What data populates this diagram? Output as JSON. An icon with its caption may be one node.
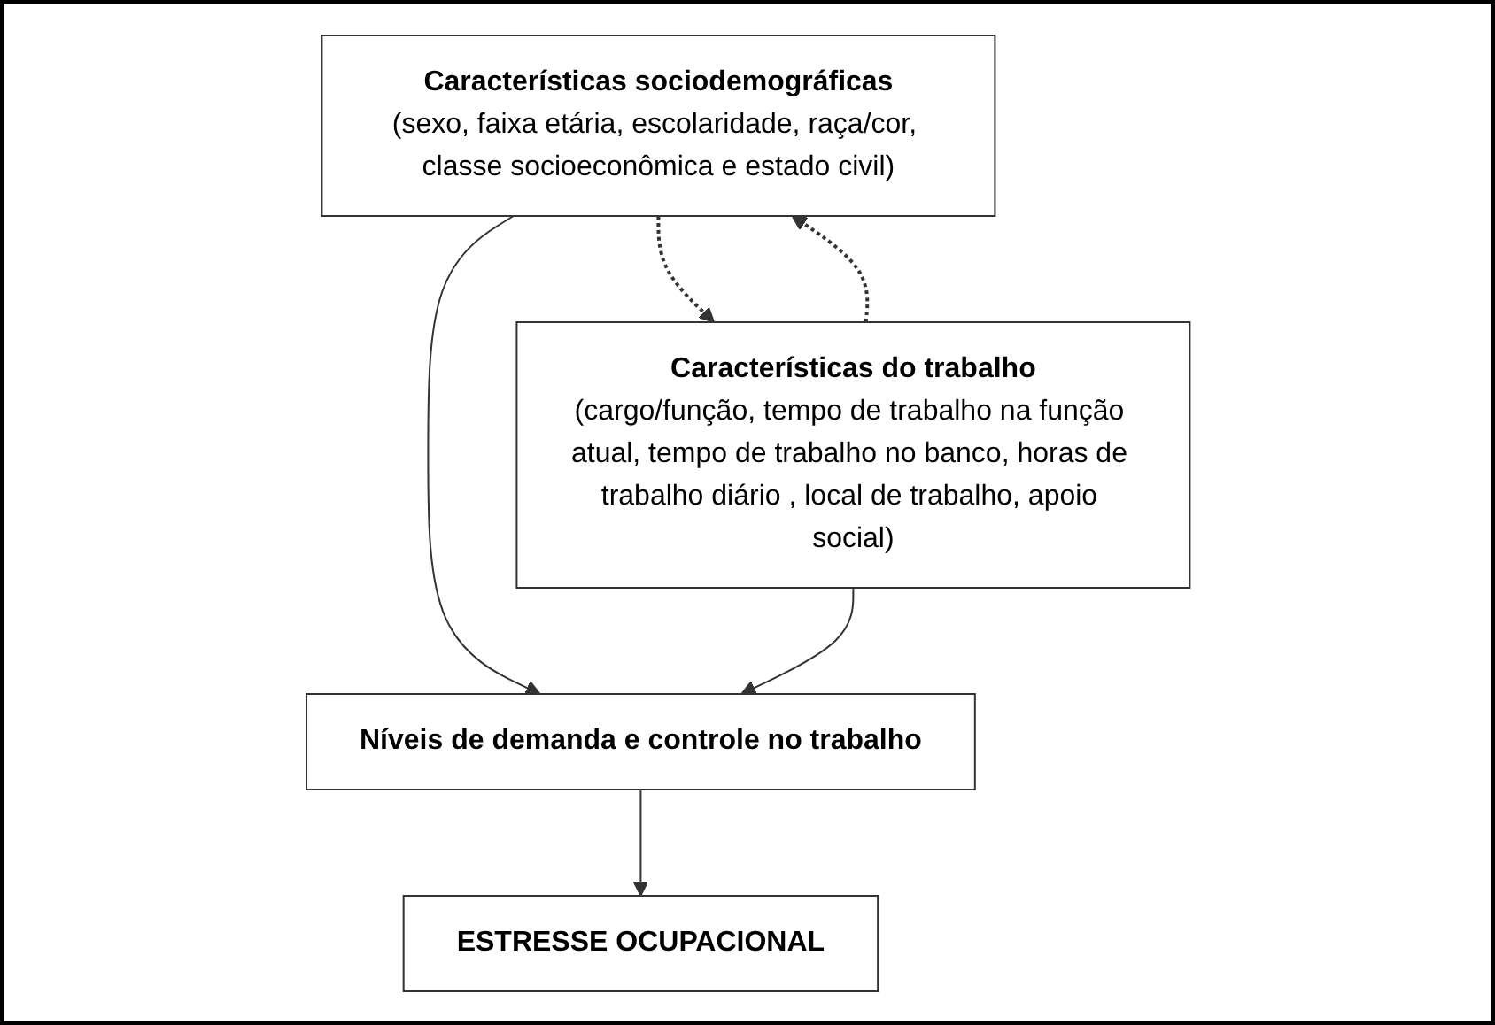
{
  "diagram": {
    "nodes": [
      {
        "text": [
          "Características sociodemográficas",
          "(sexo, faixa etária, escolaridade, raça/cor, classe socioeconômica e estado civil)"
        ]
      },
      {
        "text": [
          "Características do trabalho",
          "(cargo/função, tempo de trabalho na função atual, tempo de trabalho no banco, horas de trabalho diário , local de trabalho, apoio social)"
        ]
      },
      {
        "text": [
          "Níveis de demanda e controle no trabalho"
        ]
      },
      {
        "text": [
          "ESTRESSE OCUPACIONAL"
        ]
      }
    ],
    "edges": [
      {
        "from": 1,
        "to": 0,
        "arrow": "to",
        "style": "dashed"
      },
      {
        "from": 0,
        "to": 1,
        "arrow": "to",
        "style": "dashed"
      },
      {
        "from": 0,
        "to": 2,
        "arrow": "to"
      },
      {
        "from": 1,
        "to": 2,
        "arrow": "to"
      },
      {
        "from": 2,
        "to": 3,
        "arrow": "to"
      }
    ]
  }
}
